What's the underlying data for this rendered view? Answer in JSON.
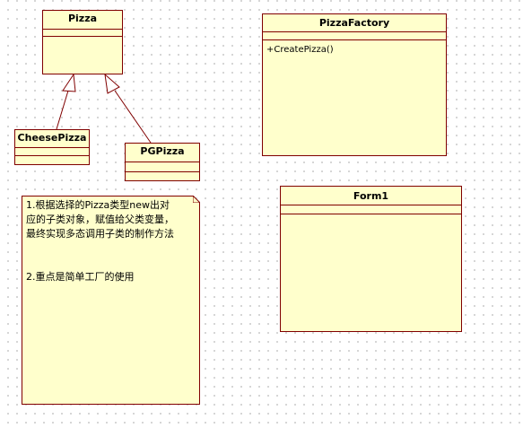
{
  "classes": {
    "pizza": {
      "name": "Pizza"
    },
    "pizza_factory": {
      "name": "PizzaFactory",
      "operation": "+CreatePizza()"
    },
    "cheese_pizza": {
      "name": "CheesePizza"
    },
    "pg_pizza": {
      "name": "PGPizza"
    },
    "form1": {
      "name": "Form1"
    }
  },
  "note": {
    "lines": [
      "1.根据选择的Pizza类型new出对",
      "应的子类对象，赋值给父类变量，",
      "最终实现多态调用子类的制作方法",
      "",
      "2.重点是简单工厂的使用"
    ]
  },
  "colors": {
    "fill": "#ffffcc",
    "border": "#800000",
    "grid_dot": "#c8c8c8"
  }
}
